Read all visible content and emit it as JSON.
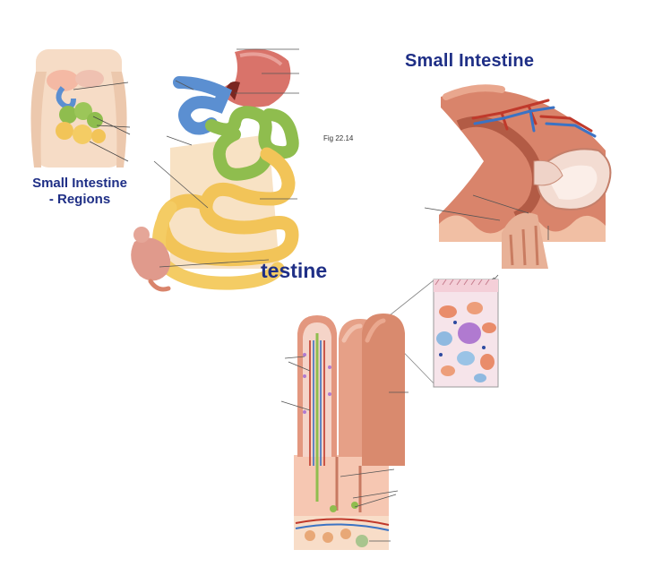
{
  "regions_title": [
    "Small Intestine",
    "- Regions"
  ],
  "fig_label": "Fig 22.14",
  "small_intestine_title": "Small Intestine",
  "partial_title": "testine",
  "colors": {
    "title_blue": "#1f2f86",
    "duodenum": "#5b8fd1",
    "jejunum": "#8fbd4e",
    "ileum": "#f2c458",
    "tissue": "#d9846b",
    "tissue_light": "#f0c0a8",
    "stomach": "#d9736a",
    "vessel_red": "#c0392b",
    "vessel_blue": "#3b73c4"
  }
}
